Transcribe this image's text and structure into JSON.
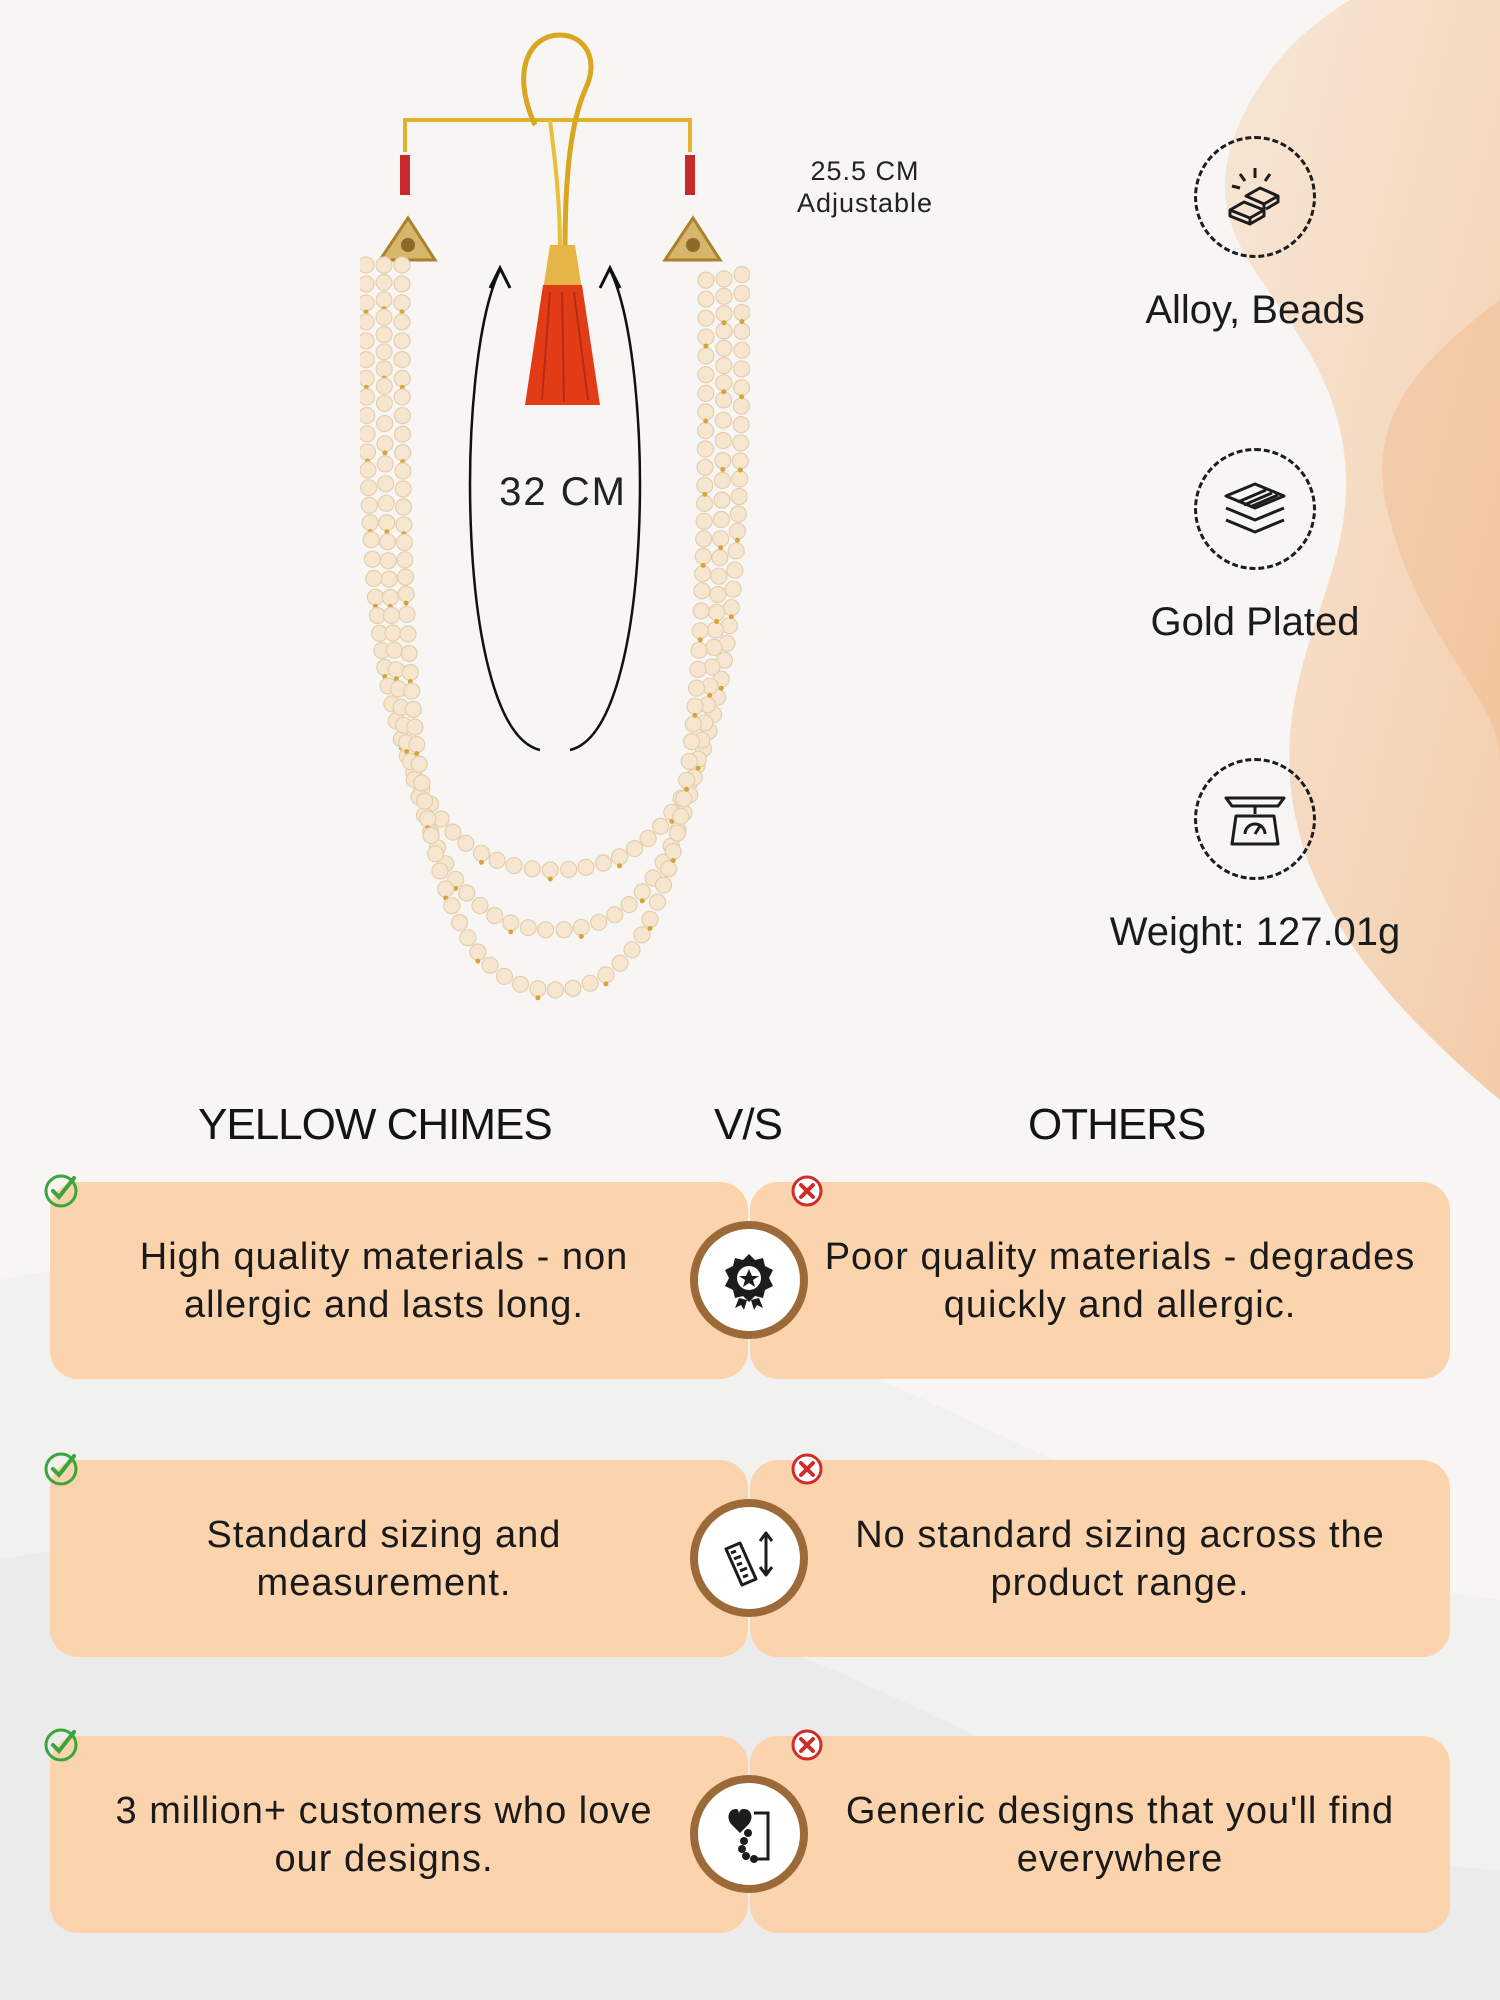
{
  "measurements": {
    "adjustable_length": "25.5 CM",
    "adjustable_label": "Adjustable",
    "drop_length": "32 CM"
  },
  "features": [
    {
      "icon": "gold-bars-icon",
      "label": "Alloy, Beads"
    },
    {
      "icon": "layers-icon",
      "label": "Gold Plated"
    },
    {
      "icon": "weighing-scale-icon",
      "label": "Weight: 127.01g"
    }
  ],
  "comparison": {
    "left_heading": "YELLOW CHIMES",
    "vs_heading": "V/S",
    "right_heading": "OTHERS",
    "rows": [
      {
        "icon": "quality-badge-icon",
        "ours": "High quality materials - non allergic and lasts long.",
        "others": "Poor quality materials - degrades quickly and allergic."
      },
      {
        "icon": "ruler-measure-icon",
        "ours": "Standard sizing and measurement.",
        "others": "No standard sizing across the product range."
      },
      {
        "icon": "heart-customers-icon",
        "ours": "3 million+ customers who love our designs.",
        "others": "Generic designs that you'll find everywhere"
      }
    ]
  },
  "colors": {
    "card": "#fbd3ad",
    "badge_ring": "#9b6a38",
    "check": "#3aa53a",
    "cross": "#d22b2b",
    "pearl": "#f6e6cf",
    "thread": "#e2b32a",
    "tassel": "#e23c17"
  }
}
